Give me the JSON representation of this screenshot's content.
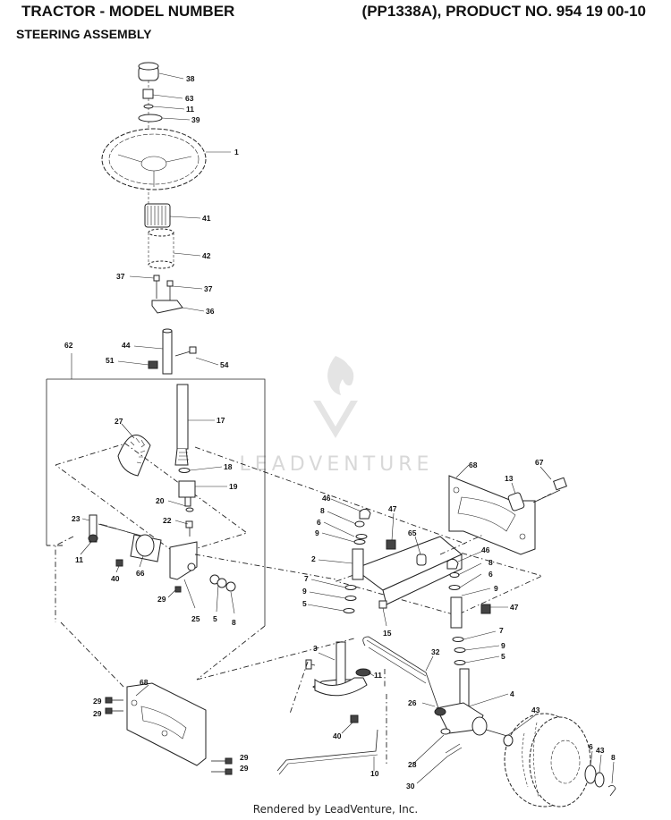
{
  "header": {
    "title": "TRACTOR - MODEL NUMBER",
    "product": "(PP1338A), PRODUCT NO. 954 19 00-10",
    "subtitle": "STEERING ASSEMBLY"
  },
  "watermark": {
    "text": "LEADVENTURE",
    "icon": "flame-v-logo-icon"
  },
  "footer": {
    "text": "Rendered by LeadVenture, Inc."
  },
  "callouts": [
    {
      "id": "c38",
      "label": "38"
    },
    {
      "id": "c63",
      "label": "63"
    },
    {
      "id": "c11a",
      "label": "11"
    },
    {
      "id": "c39",
      "label": "39"
    },
    {
      "id": "c1",
      "label": "1"
    },
    {
      "id": "c41",
      "label": "41"
    },
    {
      "id": "c42",
      "label": "42"
    },
    {
      "id": "c37a",
      "label": "37"
    },
    {
      "id": "c37b",
      "label": "37"
    },
    {
      "id": "c36",
      "label": "36"
    },
    {
      "id": "c62",
      "label": "62"
    },
    {
      "id": "c44",
      "label": "44"
    },
    {
      "id": "c51",
      "label": "51"
    },
    {
      "id": "c54",
      "label": "54"
    },
    {
      "id": "c17",
      "label": "17"
    },
    {
      "id": "c27",
      "label": "27"
    },
    {
      "id": "c18",
      "label": "18"
    },
    {
      "id": "c19",
      "label": "19"
    },
    {
      "id": "c20",
      "label": "20"
    },
    {
      "id": "c22",
      "label": "22"
    },
    {
      "id": "c23",
      "label": "23"
    },
    {
      "id": "c11b",
      "label": "11"
    },
    {
      "id": "c40a",
      "label": "40"
    },
    {
      "id": "c66",
      "label": "66"
    },
    {
      "id": "c29a",
      "label": "29"
    },
    {
      "id": "c25",
      "label": "25"
    },
    {
      "id": "c5a",
      "label": "5"
    },
    {
      "id": "c8a",
      "label": "8"
    },
    {
      "id": "c68a",
      "label": "68"
    },
    {
      "id": "c67",
      "label": "67"
    },
    {
      "id": "c13",
      "label": "13"
    },
    {
      "id": "c46a",
      "label": "46"
    },
    {
      "id": "c8b",
      "label": "8"
    },
    {
      "id": "c6a",
      "label": "6"
    },
    {
      "id": "c9a",
      "label": "9"
    },
    {
      "id": "c47a",
      "label": "47"
    },
    {
      "id": "c65",
      "label": "65"
    },
    {
      "id": "c2",
      "label": "2"
    },
    {
      "id": "c7a",
      "label": "7"
    },
    {
      "id": "c9b",
      "label": "9"
    },
    {
      "id": "c5b",
      "label": "5"
    },
    {
      "id": "c15",
      "label": "15"
    },
    {
      "id": "c46b",
      "label": "46"
    },
    {
      "id": "c8c",
      "label": "8"
    },
    {
      "id": "c6b",
      "label": "6"
    },
    {
      "id": "c9c",
      "label": "9"
    },
    {
      "id": "c47b",
      "label": "47"
    },
    {
      "id": "c7b",
      "label": "7"
    },
    {
      "id": "c9d",
      "label": "9"
    },
    {
      "id": "c5c",
      "label": "5"
    },
    {
      "id": "c3",
      "label": "3"
    },
    {
      "id": "c32",
      "label": "32"
    },
    {
      "id": "c11c",
      "label": "11"
    },
    {
      "id": "c4",
      "label": "4"
    },
    {
      "id": "c26",
      "label": "26"
    },
    {
      "id": "c43a",
      "label": "43"
    },
    {
      "id": "c68b",
      "label": "68"
    },
    {
      "id": "c29b",
      "label": "29"
    },
    {
      "id": "c29c",
      "label": "29"
    },
    {
      "id": "c40b",
      "label": "40"
    },
    {
      "id": "c28",
      "label": "28"
    },
    {
      "id": "c6c",
      "label": "6"
    },
    {
      "id": "c43b",
      "label": "43"
    },
    {
      "id": "c8d",
      "label": "8"
    },
    {
      "id": "c29d",
      "label": "29"
    },
    {
      "id": "c29e",
      "label": "29"
    },
    {
      "id": "c10",
      "label": "10"
    },
    {
      "id": "c30",
      "label": "30"
    }
  ]
}
